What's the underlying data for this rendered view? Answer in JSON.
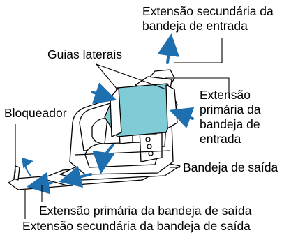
{
  "labels": {
    "input_tray_secondary_ext": [
      "Extensão secundária da",
      "bandeja de entrada"
    ],
    "side_guides": "Guias laterais",
    "input_tray_primary_ext": [
      "Extensão",
      "primária da",
      "bandeja de",
      "entrada"
    ],
    "stopper": "Bloqueador",
    "output_tray": "Bandeja de saída",
    "output_tray_primary_ext": "Extensão primária da bandeja de saída",
    "output_tray_secondary_ext": "Extensão secundária da bandeja de saída"
  },
  "colors": {
    "tray": "#7fcbd6",
    "arrow": "#1e6fb0",
    "line": "#000000",
    "body": "#ffffff"
  }
}
